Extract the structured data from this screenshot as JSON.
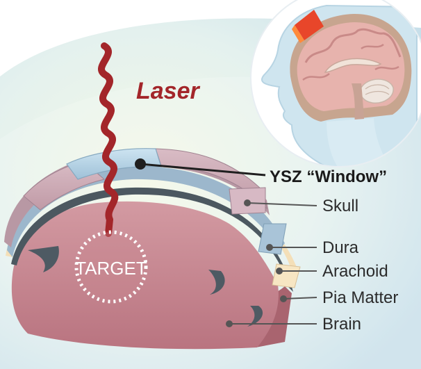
{
  "labels": {
    "laser": "Laser",
    "window": "YSZ  “Window”",
    "skull": "Skull",
    "dura": "Dura",
    "arachnoid": "Arachoid",
    "pia": "Pia Matter",
    "brain": "Brain",
    "target": "TARGET"
  },
  "colors": {
    "laser": "#a3262a",
    "skull": "#c9a8b3",
    "dura": "#9cb7cc",
    "ysz_window": "#b9d6e8",
    "arachnoid": "#f4dfb8",
    "brain": "#c4818b",
    "background_sky": "#cfe5ee",
    "highlight": "#e8462a"
  },
  "icons": [
    "head-cross-section-illustration",
    "target-ring-icon"
  ]
}
